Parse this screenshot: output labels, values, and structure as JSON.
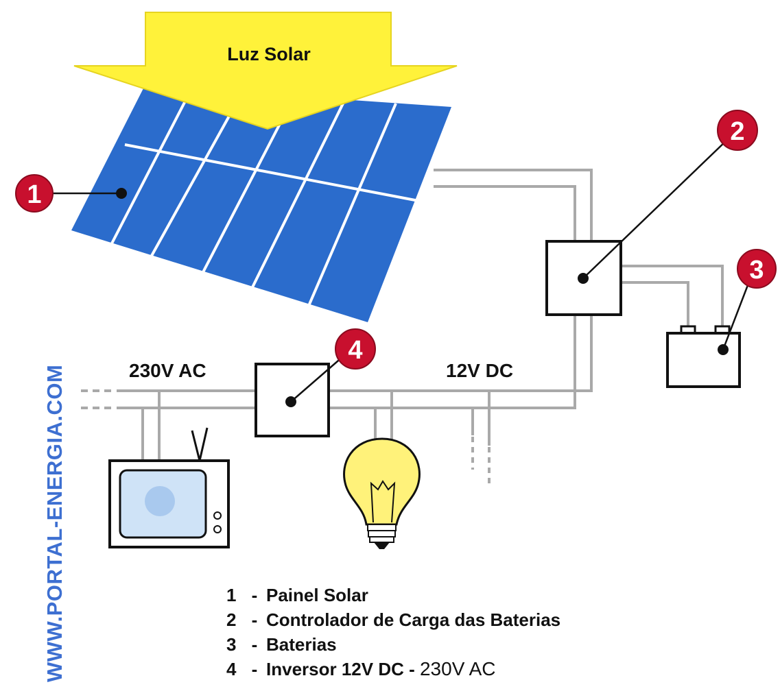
{
  "diagram": {
    "sunlight_label": "Luz Solar",
    "ac_label": "230V AC",
    "dc_label": "12V DC",
    "watermark": "WWW.PORTAL-ENERGIA.COM",
    "badges": [
      "1",
      "2",
      "3",
      "4"
    ],
    "colors": {
      "sun_arrow": "#fff23a",
      "panel": "#2b6ccc",
      "badge": "#c8102e",
      "wire": "#a9a9a9",
      "watermark": "#3d6fd1",
      "bulb": "#fff27a",
      "tv_screen": "#cfe3f7"
    },
    "icons": [
      "sun-arrow-icon",
      "solar-panel-icon",
      "charge-controller-icon",
      "battery-icon",
      "inverter-icon",
      "tv-icon",
      "light-bulb-icon"
    ]
  },
  "legend": {
    "items": [
      {
        "num": "1",
        "sep": "-",
        "text": "Painel Solar",
        "suffix": ""
      },
      {
        "num": "2",
        "sep": "-",
        "text": "Controlador de Carga das Baterias",
        "suffix": ""
      },
      {
        "num": "3",
        "sep": "-",
        "text": "Baterias",
        "suffix": ""
      },
      {
        "num": "4",
        "sep": "-",
        "text": "Inversor 12V DC - ",
        "suffix": "230V AC"
      }
    ]
  }
}
